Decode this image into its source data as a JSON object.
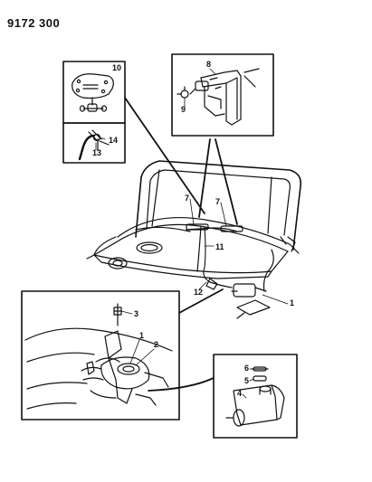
{
  "document_id": "9172 300",
  "callouts": {
    "c1": "1",
    "c1b": "1",
    "c2": "2",
    "c3": "3",
    "c4": "4",
    "c5": "5",
    "c6": "6",
    "c7a": "7",
    "c7b": "7",
    "c8": "8",
    "c9": "9",
    "c10": "10",
    "c11": "11",
    "c12": "12",
    "c13": "13",
    "c14": "14"
  }
}
